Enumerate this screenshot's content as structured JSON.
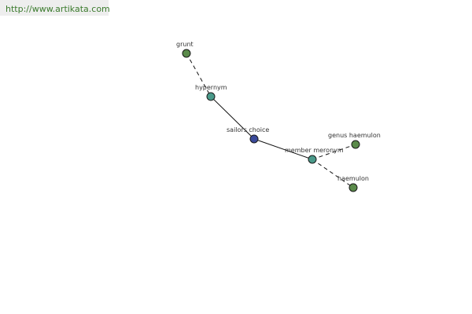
{
  "site_url": "http://www.artikata.com",
  "colors": {
    "url_text": "#3a7a2c",
    "url_bar": "#eeeeee",
    "leaf_node": "#5a8a4a",
    "relation_node": "#4a9a8a",
    "center_node": "#3a4a9a"
  },
  "graph": {
    "nodes": [
      {
        "id": "grunt",
        "label": "grunt",
        "kind": "leaf"
      },
      {
        "id": "hypernym",
        "label": "hypernym",
        "kind": "relation"
      },
      {
        "id": "sailors-choice",
        "label": "sailors choice",
        "kind": "center"
      },
      {
        "id": "member-meronym",
        "label": "member meronym",
        "kind": "relation"
      },
      {
        "id": "genus-haemulon",
        "label": "genus haemulon",
        "kind": "leaf"
      },
      {
        "id": "haemulon",
        "label": "haemulon",
        "kind": "leaf"
      }
    ],
    "edges": [
      {
        "from": "grunt",
        "to": "hypernym",
        "style": "dashed"
      },
      {
        "from": "hypernym",
        "to": "sailors-choice",
        "style": "solid"
      },
      {
        "from": "sailors-choice",
        "to": "member-meronym",
        "style": "solid"
      },
      {
        "from": "member-meronym",
        "to": "genus-haemulon",
        "style": "dashed"
      },
      {
        "from": "member-meronym",
        "to": "haemulon",
        "style": "dashed"
      }
    ]
  }
}
